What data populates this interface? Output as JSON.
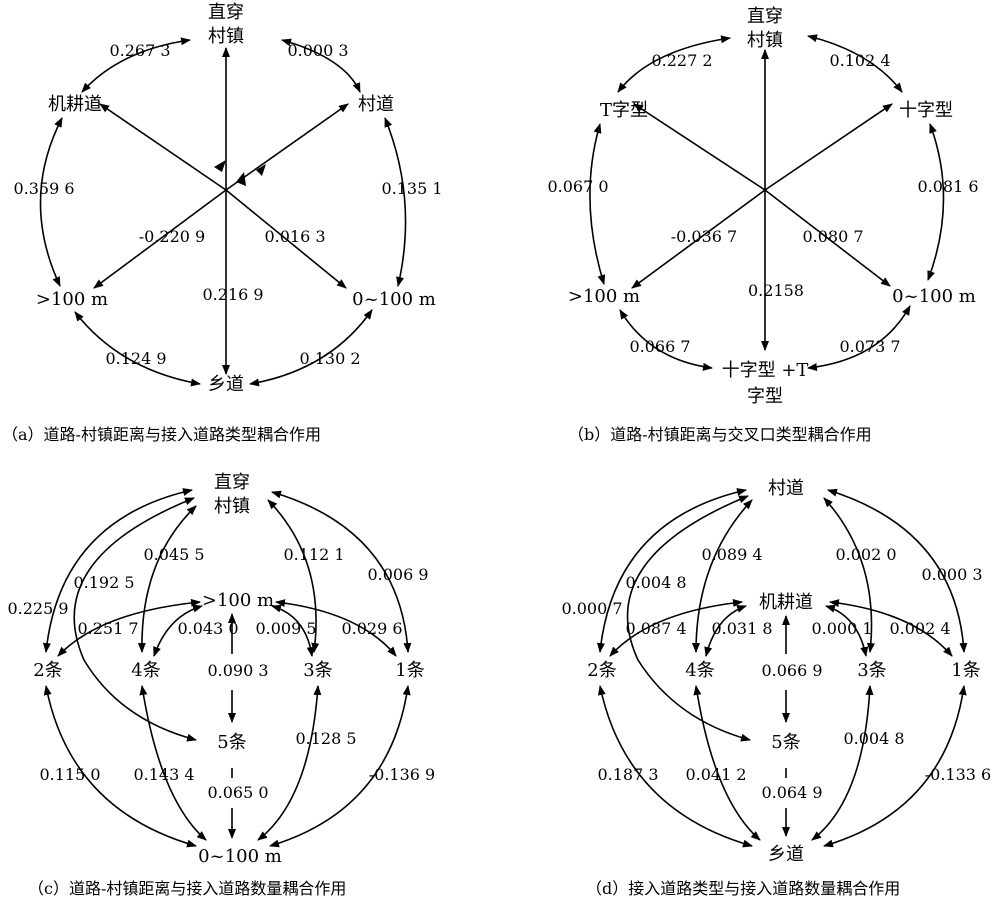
{
  "panels": [
    {
      "caption": "（a）道路-村镇距离与接入道路类型耦合作用",
      "nodes": [
        "直穿",
        "村镇",
        "村道",
        "0~100 m",
        "乡道",
        ">100 m",
        "机耕道"
      ],
      "edges": [
        "0.000 3",
        "0.135 1",
        "0.130 2",
        "0.124 9",
        "0.359 6",
        "0.267 3",
        "0.016 3",
        "0.216 9",
        "-0.220 9"
      ]
    },
    {
      "caption": "（b）道路-村镇距离与交叉口类型耦合作用",
      "nodes": [
        "直穿",
        "村镇",
        "十字型",
        "0~100 m",
        "十字型 +T",
        "字型",
        ">100 m",
        "T字型"
      ],
      "edges": [
        "0.102 4",
        "0.081 6",
        "0.073 7",
        "0.066 7",
        "0.067 0",
        "0.227 2",
        "0.080 7",
        "0.2158",
        "-0.036 7"
      ]
    },
    {
      "caption": "（c）道路-村镇距离与接入道路数量耦合作用",
      "nodes": [
        "直穿",
        "村镇",
        ">100 m",
        "2条",
        "4条",
        "3条",
        "1条",
        "5条",
        "0~100 m"
      ],
      "edges": [
        "0.225 9",
        "0.192 5",
        "0.045 5",
        "0.112 1",
        "0.006 9",
        "0.251 7",
        "0.043 0",
        "0.009 5",
        "0.029 6",
        "0.090 3",
        "0.065 0",
        "0.115 0",
        "0.143 4",
        "0.128 5",
        "-0.136 9"
      ]
    },
    {
      "caption": "（d）接入道路类型与接入道路数量耦合作用",
      "nodes": [
        "村道",
        "机耕道",
        "2条",
        "4条",
        "3条",
        "1条",
        "5条",
        "乡道"
      ],
      "edges": [
        "0.000 7",
        "0.004 8",
        "0.089 4",
        "0.002 0",
        "0.000 3",
        "0.087 4",
        "0.031 8",
        "0.000 1",
        "0.002 4",
        "0.066 9",
        "0.064 9",
        "0.187 3",
        "0.041 2",
        "0.004 8",
        "-0.133 6"
      ]
    }
  ]
}
